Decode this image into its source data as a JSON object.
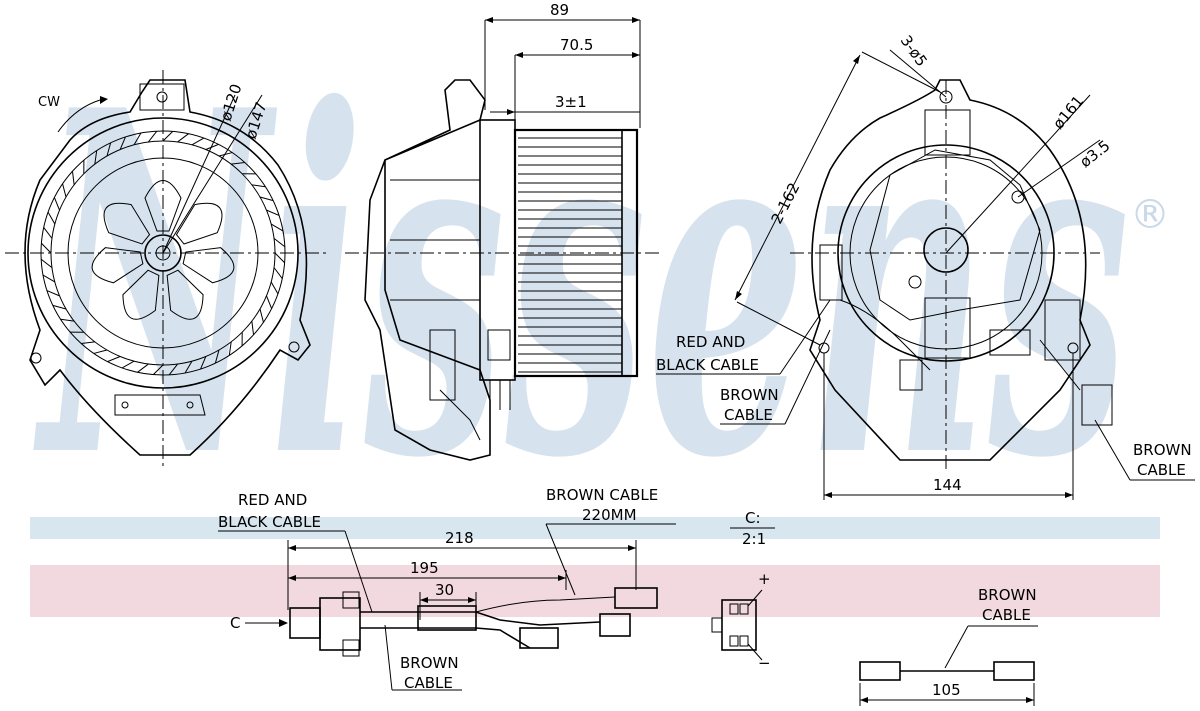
{
  "watermark": {
    "text": "Nissens",
    "registered": "®"
  },
  "front_view": {
    "rotation": "CW",
    "dims": [
      "ø120",
      "ø147"
    ]
  },
  "side_view": {
    "dims": [
      "89",
      "70.5",
      "3±1"
    ]
  },
  "rear_view": {
    "dims": [
      "3-ø5",
      "ø161",
      "ø3.5",
      "2-162",
      "144"
    ],
    "labels": {
      "red_black_1": "RED AND",
      "red_black_2": "BLACK CABLE",
      "brown_1": "BROWN",
      "brown_2": "CABLE",
      "brown_right_1": "BROWN",
      "brown_right_2": "CABLE"
    }
  },
  "harness": {
    "red_black_1": "RED AND",
    "red_black_2": "BLACK CABLE",
    "brown_cable_1": "BROWN CABLE",
    "brown_cable_2": "220MM",
    "dims": [
      "218",
      "195",
      "30"
    ],
    "view_c": "C",
    "brown_bottom_1": "BROWN",
    "brown_bottom_2": "CABLE"
  },
  "detail_c": {
    "title": "C:",
    "scale": "2:1",
    "plus": "+",
    "minus": "−"
  },
  "brown_cable_detail": {
    "label_1": "BROWN",
    "label_2": "CABLE",
    "length": "105"
  },
  "colors": {
    "band_blue": "#d8e6ef",
    "band_pink": "#f2d9df",
    "watermark": "#c9d9e8"
  }
}
